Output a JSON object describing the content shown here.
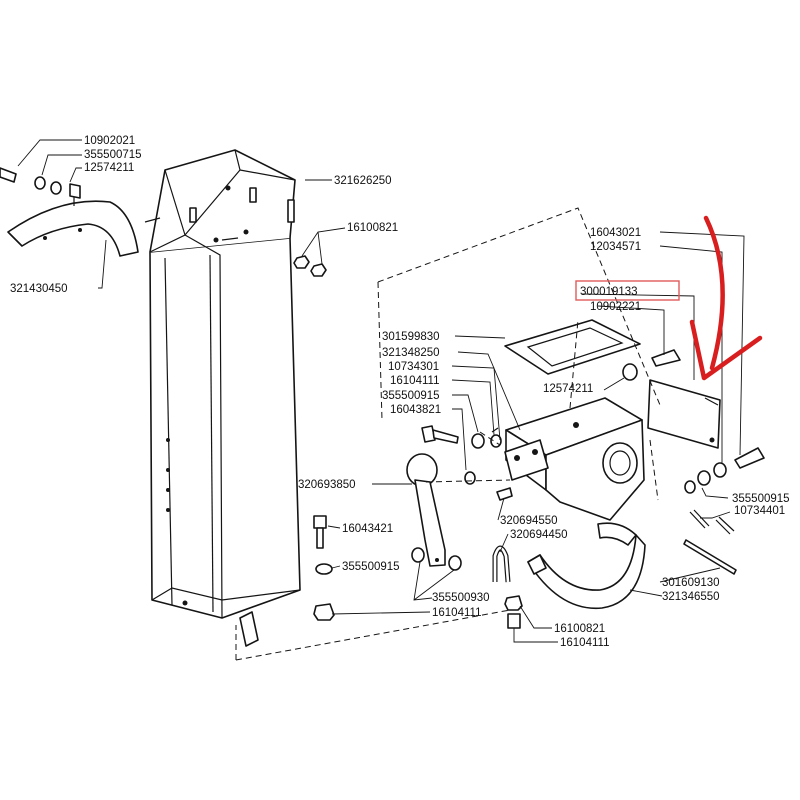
{
  "labels": {
    "l10902021": "10902021",
    "l355500715": "355500715",
    "l12574211": "12574211",
    "l321626250": "321626250",
    "l16100821a": "16100821",
    "l321430450": "321430450",
    "l16043021": "16043021",
    "l12034571": "12034571",
    "l300019133": "300019133",
    "l10902221": "10902221",
    "l301599830": "301599830",
    "l321348250": "321348250",
    "l10734301": "10734301",
    "l16104111a": "16104111",
    "l12574211b": "12574211",
    "l355500915a": "355500915",
    "l16043821": "16043821",
    "l320693850": "320693850",
    "l355500915b": "355500915",
    "l10734401": "10734401",
    "l320694550": "320694550",
    "l320694450": "320694450",
    "l16043421": "16043421",
    "l355500915c": "355500915",
    "l355500930": "355500930",
    "l16104111b": "16104111",
    "l301609130": "301609130",
    "l321346550": "321346550",
    "l16100821b": "16100821",
    "l16104111c": "16104111"
  },
  "annotations": {
    "highlight_box_color": "#e05a5a",
    "arrow_color": "#d81e1e"
  }
}
